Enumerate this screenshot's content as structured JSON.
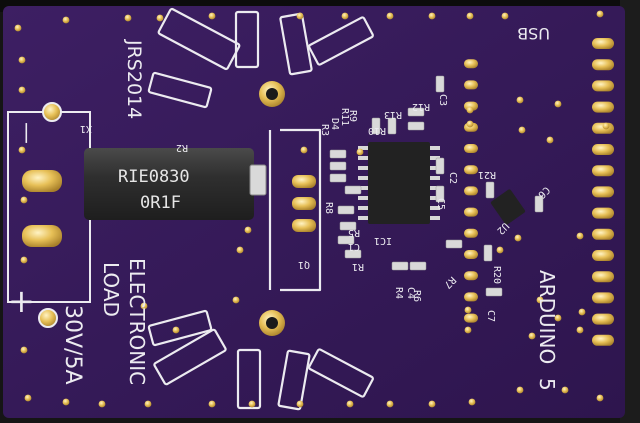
{
  "board": {
    "title_lines": [
      "ELECTRONIC",
      "LOAD"
    ],
    "rating": "30V/5A",
    "author": "JRS2014",
    "usb_label": "USB",
    "arduino_label": "ARDUINO",
    "arduino_suffix": "5",
    "plus_sign": "+",
    "minus_sign": "—",
    "colors": {
      "pcb": "#3a1c5e",
      "pcb_dark": "#2a1248",
      "silk": "#ecebf0",
      "gold": "#e2b84a",
      "resistor": "#2e2e2e"
    }
  },
  "resistor": {
    "line1": "RIE0830",
    "line2": "0R1F"
  },
  "refdes": {
    "x1": "X1",
    "r2": "R2",
    "q1": "Q1",
    "r8": "R8",
    "ic1": "IC1",
    "u2": "U2",
    "c1": "C1",
    "c2": "C2",
    "c3": "C3",
    "c4": "C4",
    "c5": "C5",
    "c6": "C6",
    "c7": "C7",
    "r1": "R1",
    "r3": "R3",
    "r4": "R4",
    "r5": "R5",
    "r6": "R6",
    "r7": "R7",
    "r9": "R9",
    "r10": "R10",
    "r11": "R11",
    "r12": "R12",
    "r13": "R13",
    "r20": "R20",
    "r21": "R21",
    "d4": "D4"
  }
}
